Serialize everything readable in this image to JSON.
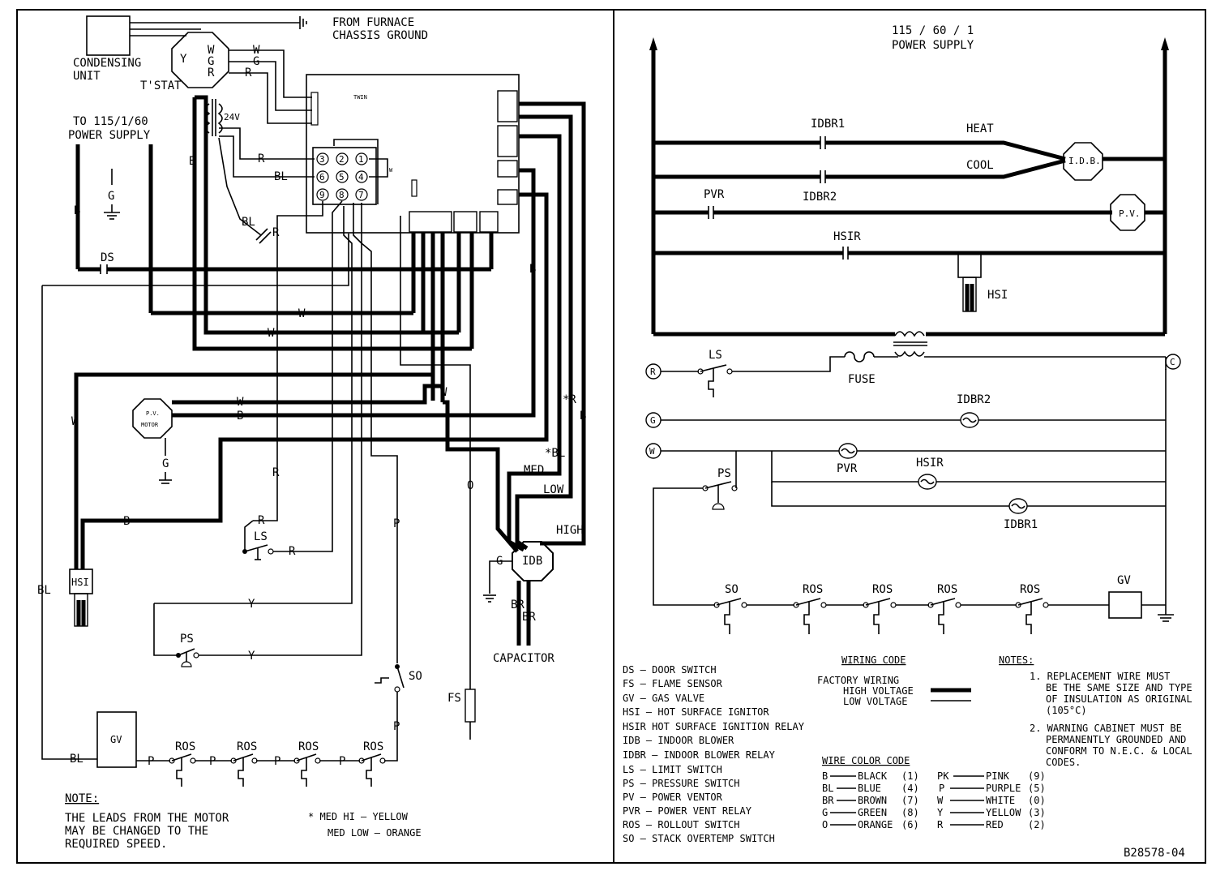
{
  "left": {
    "ground_note": [
      "FROM FURNACE",
      "CHASSIS GROUND"
    ],
    "condensing_unit": [
      "CONDENSING",
      "UNIT"
    ],
    "tstat": "T'STAT",
    "tstat_terminals": [
      "Y",
      "W",
      "G",
      "R"
    ],
    "power_supply": [
      "TO 115/1/60",
      "POWER SUPPLY"
    ],
    "transformer": "24V",
    "twin": "TWIN",
    "ds": "DS",
    "pv_motor": [
      "P.V.",
      "MOTOR"
    ],
    "hsi": "HSI",
    "ls": "LS",
    "ps": "PS",
    "so": "SO",
    "gv": "GV",
    "ros": "ROS",
    "fs": "FS",
    "idb": "IDB",
    "capacitor": "CAPACITOR",
    "plug_pins": [
      "3",
      "2",
      "1",
      "6",
      "5",
      "4",
      "9",
      "8",
      "7"
    ],
    "wire_labels": {
      "w": "W",
      "g": "G",
      "r": "R",
      "b": "B",
      "bl": "BL",
      "y": "Y",
      "p": "P",
      "o": "O",
      "br": "BR",
      "med": "MED",
      "low": "LOW",
      "high": "HIGH",
      "star_r": "*R",
      "star_bl": "*BL"
    },
    "note_title": "NOTE:",
    "note_text": [
      "THE LEADS FROM THE MOTOR",
      "MAY BE CHANGED TO THE",
      "REQUIRED SPEED."
    ],
    "speed_note": [
      "*  MED HI  –  YELLOW",
      "MED LOW  –  ORANGE"
    ]
  },
  "right": {
    "power_supply": [
      "115  /  60  /  1",
      "POWER SUPPLY"
    ],
    "labels": {
      "idbr1": "IDBR1",
      "idbr2": "IDBR2",
      "heat": "HEAT",
      "cool": "COOL",
      "idb": "I.D.B.",
      "pvr": "PVR",
      "pv": "P.V.",
      "hsir": "HSIR",
      "hsi": "HSI",
      "ls": "LS",
      "fuse": "FUSE",
      "ps": "PS",
      "so": "SO",
      "ros": "ROS",
      "gv": "GV"
    },
    "terminals": [
      "R",
      "G",
      "W",
      "C"
    ],
    "legend": [
      "DS –   DOOR SWITCH",
      "FS –  FLAME SENSOR",
      "GV   –  GAS VALVE",
      "HSI –  HOT SURFACE IGNITOR",
      "HSIR  HOT SURFACE IGNITION RELAY",
      "IDB –  INDOOR BLOWER",
      "IDBR –  INDOOR BLOWER RELAY",
      "LS –   LIMIT SWITCH",
      "PS –   PRESSURE SWITCH",
      "PV –  POWER VENTOR",
      "PVR –  POWER VENT RELAY",
      "ROS –  ROLLOUT SWITCH",
      "SO –  STACK OVERTEMP SWITCH"
    ],
    "wiring_code_title": "WIRING CODE",
    "wiring_code": [
      "FACTORY WIRING",
      "HIGH VOLTAGE",
      "LOW VOLTAGE"
    ],
    "wire_color_title": "WIRE   COLOR   CODE",
    "wire_colors_left": [
      {
        "code": "B",
        "name": "BLACK",
        "num": "(1)"
      },
      {
        "code": "BL",
        "name": "BLUE",
        "num": "(4)"
      },
      {
        "code": "BR",
        "name": "BROWN",
        "num": "(7)"
      },
      {
        "code": "G",
        "name": "GREEN",
        "num": "(8)"
      },
      {
        "code": "O",
        "name": "ORANGE",
        "num": "(6)"
      }
    ],
    "wire_colors_right": [
      {
        "code": "PK",
        "name": "PINK",
        "num": "(9)"
      },
      {
        "code": "P",
        "name": "PURPLE",
        "num": "(5)"
      },
      {
        "code": "W",
        "name": "WHITE",
        "num": "(0)"
      },
      {
        "code": "Y",
        "name": "YELLOW",
        "num": "(3)"
      },
      {
        "code": "R",
        "name": "RED",
        "num": "(2)"
      }
    ],
    "notes_title": "NOTES:",
    "notes": [
      "1.  REPLACEMENT WIRE MUST",
      "BE THE SAME SIZE AND TYPE",
      "OF INSULATION AS ORIGINAL",
      "(105°C)",
      "2.  WARNING CABINET MUST BE",
      "PERMANENTLY GROUNDED AND",
      "CONFORM TO N.E.C. & LOCAL",
      "CODES."
    ],
    "drawing_number": "B28578-04"
  }
}
